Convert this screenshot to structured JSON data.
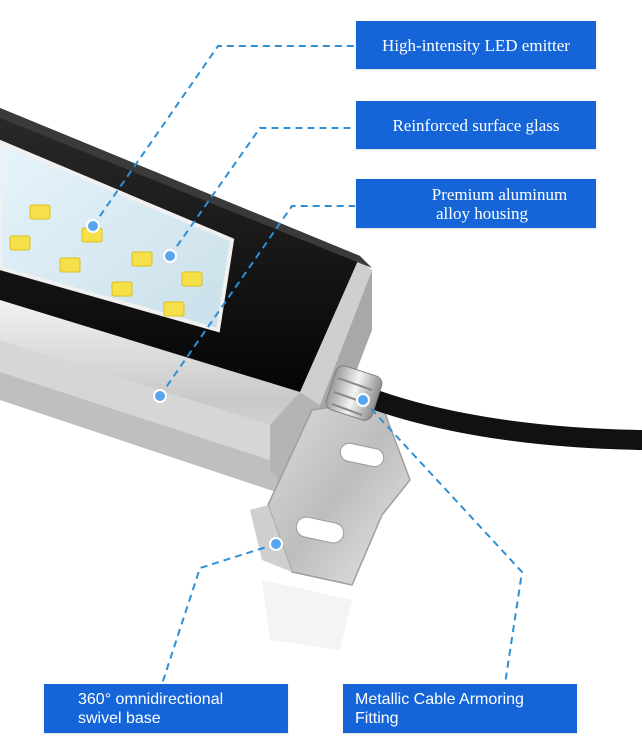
{
  "callouts": {
    "led_emitter": "High-intensity LED emitter",
    "surface_glass": "Reinforced surface glass",
    "housing_line1": "Premium aluminum",
    "housing_line2": "alloy housing",
    "base_line1": "360° omnidirectional",
    "base_line2": "swivel base",
    "fitting_line1": "Metallic Cable Armoring",
    "fitting_line2": "Fitting"
  },
  "colors": {
    "callout_bg": "#1565d8",
    "leader_line": "#2d8fd6",
    "led_chip": "#f6e04a"
  }
}
